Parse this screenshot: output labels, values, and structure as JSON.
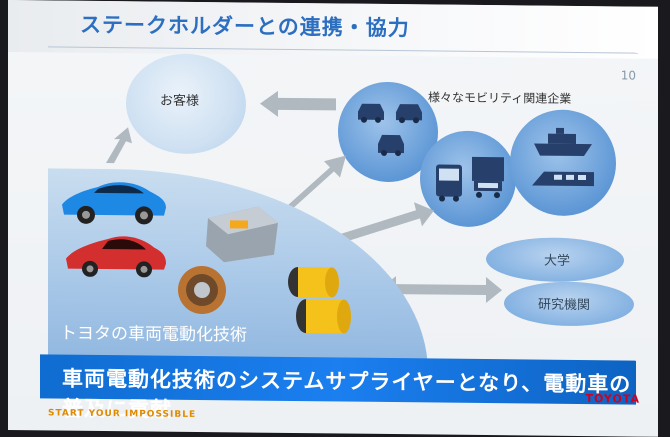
{
  "slide": {
    "title": "ステークホルダーとの連携・協力",
    "page_number": "10",
    "customer_label": "お客様",
    "mobility_label": "様々なモビリティ関連企業",
    "university_label": "大学",
    "research_label": "研究機関",
    "tech_label": "トヨタの車両電動化技術",
    "banner_text": "車両電動化技術のシステムサプライヤーとなり、電動車の普及に貢献",
    "logo_text": "TOYOTA",
    "tagline": "START YOUR IMPOSSIBLE"
  },
  "icons": [
    "car-icon",
    "truck-icon",
    "bus-icon",
    "ship-icon",
    "train-icon",
    "fuel-cell-car-image",
    "hybrid-car-image",
    "power-control-unit-image",
    "motor-image",
    "battery-image",
    "arrow-icon"
  ],
  "colors": {
    "title_blue": "#2c6fc1",
    "banner_blue": "#1b7ff0",
    "bubble_blue": "#5f98d6",
    "logo_red": "#d1001f",
    "tagline_orange": "#e08a00"
  }
}
